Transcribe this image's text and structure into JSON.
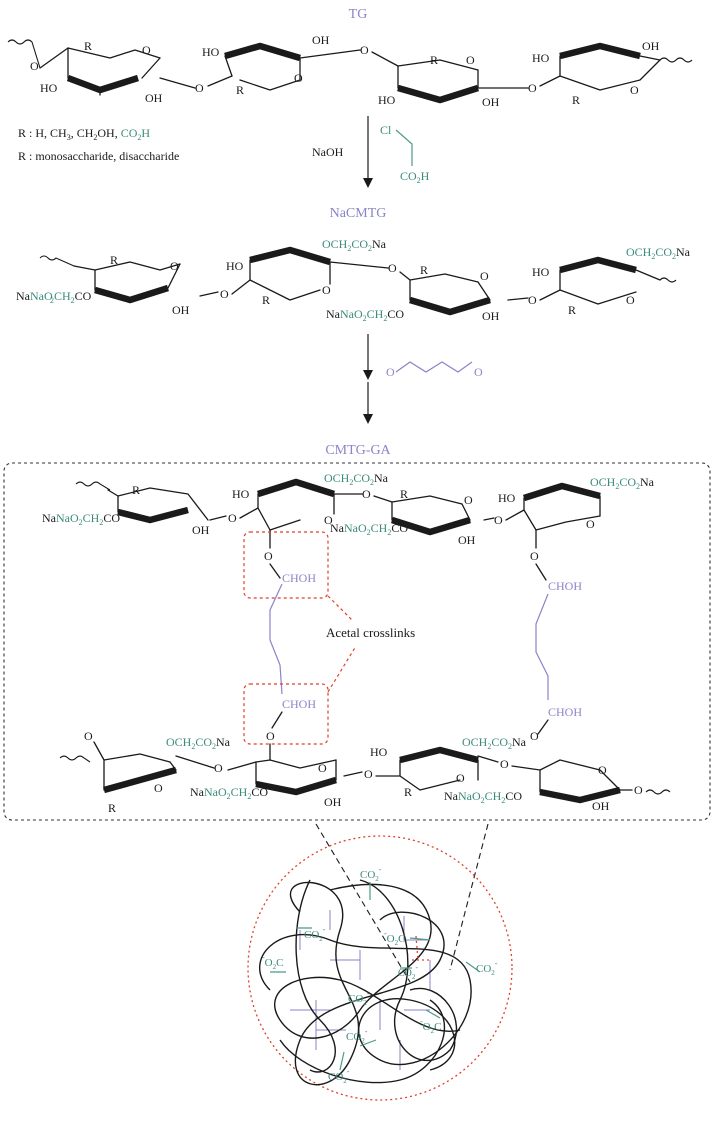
{
  "labels": {
    "tg": "TG",
    "r_line1_prefix": "R : H, CH",
    "r_line1_sub1": "3",
    "r_line1_mid": ", CH",
    "r_line1_sub2": "2",
    "r_line1_oh": "OH, ",
    "r_line1_acid": "CO",
    "r_line1_acid_sub": "2",
    "r_line1_acid_h": "H",
    "r_line2": "R : monosaccharide, disaccharide",
    "naoh": "NaOH",
    "cl": "Cl",
    "co2h_top": "CO",
    "co2h_sub": "2",
    "co2h_h": "H",
    "nacmtg": "NaCMTG",
    "cmtg_ga": "CMTG-GA",
    "acetal": "Acetal crosslinks"
  },
  "atoms": {
    "O": "O",
    "OH": "OH",
    "HO": "HO",
    "R": "R",
    "CHOH": "CHOH",
    "Na": "Na",
    "ch2co2na_a": "OCH",
    "ch2co2na_b": "CO",
    "sub2": "2",
    "nao2ch2co_a": "NaO",
    "nao2ch2co_b": "CH",
    "nao2ch2co_c": "CO",
    "co2_minus": "CO",
    "o2c_minus": "O",
    "o2c_c": "C",
    "minus": "-"
  }
}
